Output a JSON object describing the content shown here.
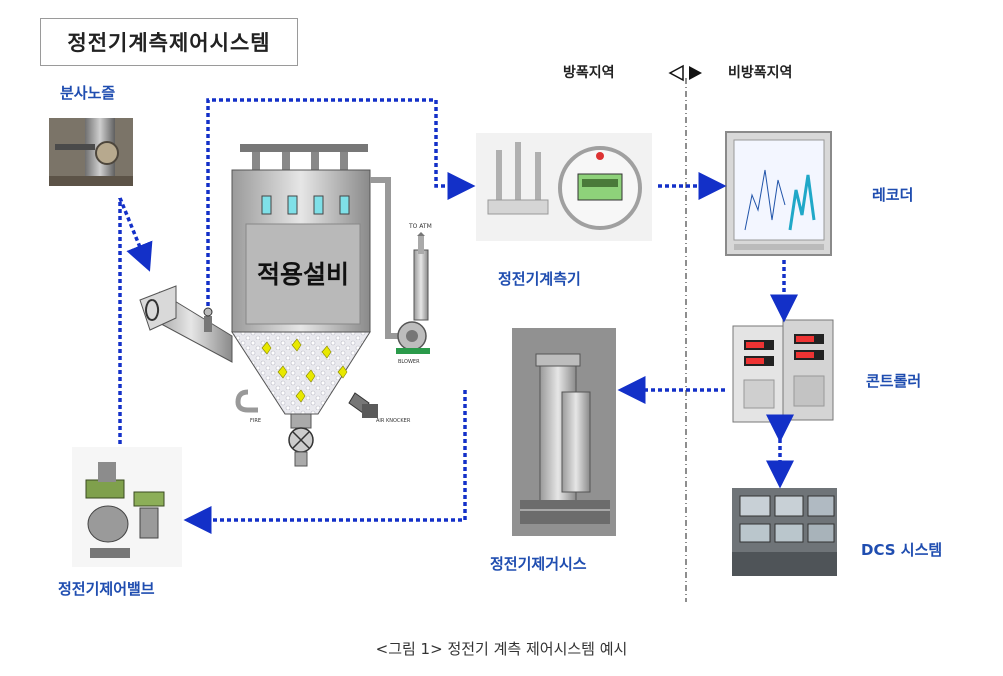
{
  "diagram": {
    "title": "정전기계측제어시스템",
    "zones": {
      "left": "방폭지역",
      "right": "비방폭지역"
    },
    "labels": {
      "spray_nozzle": "분사노즐",
      "equipment": "적용설비",
      "meter": "정전기계측기",
      "recorder": "레코더",
      "controller": "콘트롤러",
      "dcs": "DCS 시스템",
      "eliminator": "정전기제거시스",
      "valve": "정전기제어밸브"
    },
    "equipment_tags": {
      "to_atm": "TO ATM",
      "blower": "BLOWER",
      "air_knocker": "AIR KNOCKER",
      "fire": "FIRE"
    },
    "caption": "<그림 1> 정전기 계측 제어시스템 예시"
  },
  "colors": {
    "flow_line": "#1330c8",
    "label_blue": "#1f4db0",
    "divider": "#444444"
  }
}
